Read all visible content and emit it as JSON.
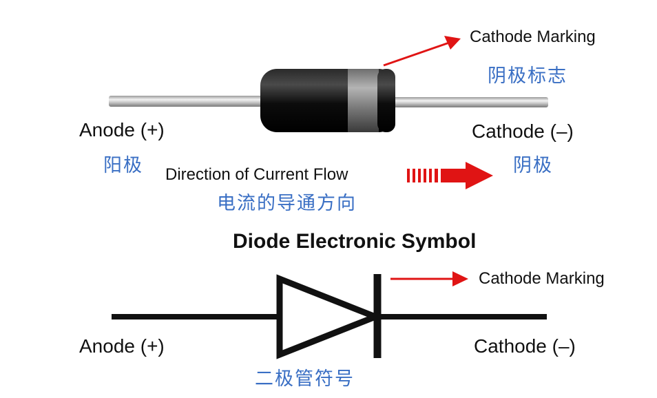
{
  "physical_diagram": {
    "cathode_marking_label": "Cathode Marking",
    "cathode_marking_label_cn": "阴极标志",
    "anode_label": "Anode (+)",
    "anode_label_cn": "阳极",
    "cathode_label": "Cathode (–)",
    "cathode_label_cn": "阴极",
    "current_flow_label": "Direction of Current Flow",
    "current_flow_label_cn": "电流的导通方向"
  },
  "symbol_diagram": {
    "title": "Diode Electronic Symbol",
    "cathode_marking_label": "Cathode Marking",
    "anode_label": "Anode (+)",
    "cathode_label": "Cathode (–)",
    "symbol_label_cn": "二极管符号"
  },
  "colors": {
    "arrow_red": "#e01414",
    "chinese_text_blue": "#3a6fc4",
    "diode_body_black": "#111111",
    "cathode_band_gray": "#8c8c8c"
  }
}
